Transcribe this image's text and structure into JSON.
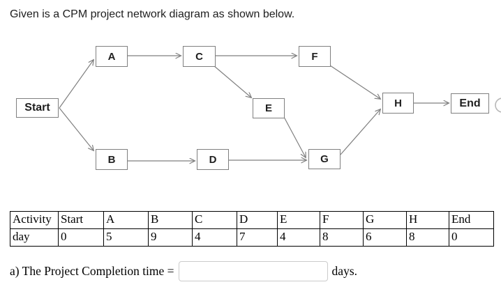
{
  "page_title": "Given is a CPM project network diagram as shown below.",
  "diagram": {
    "nodes": [
      {
        "id": "Start",
        "label": "Start"
      },
      {
        "id": "A",
        "label": "A"
      },
      {
        "id": "B",
        "label": "B"
      },
      {
        "id": "C",
        "label": "C"
      },
      {
        "id": "D",
        "label": "D"
      },
      {
        "id": "E",
        "label": "E"
      },
      {
        "id": "F",
        "label": "F"
      },
      {
        "id": "G",
        "label": "G"
      },
      {
        "id": "H",
        "label": "H"
      },
      {
        "id": "End",
        "label": "End"
      }
    ],
    "edges": [
      {
        "from": "Start",
        "to": "A"
      },
      {
        "from": "Start",
        "to": "B"
      },
      {
        "from": "A",
        "to": "C"
      },
      {
        "from": "B",
        "to": "D"
      },
      {
        "from": "C",
        "to": "F"
      },
      {
        "from": "C",
        "to": "E"
      },
      {
        "from": "D",
        "to": "G"
      },
      {
        "from": "E",
        "to": "G"
      },
      {
        "from": "F",
        "to": "H"
      },
      {
        "from": "G",
        "to": "H"
      },
      {
        "from": "H",
        "to": "End"
      }
    ],
    "colors": {
      "line": "#7f7f7f",
      "node_border": "#7f7f7f",
      "node_text": "#1f1f1f"
    }
  },
  "table": {
    "rows": [
      [
        "Activity",
        "Start",
        "A",
        "B",
        "C",
        "D",
        "E",
        "F",
        "G",
        "H",
        "End"
      ],
      [
        "day",
        "0",
        "5",
        "9",
        "4",
        "7",
        "4",
        "8",
        "6",
        "8",
        "0"
      ]
    ]
  },
  "question": {
    "prefix": "a) The Project Completion time =",
    "answer_value": "",
    "answer_placeholder": "",
    "suffix": "days."
  }
}
